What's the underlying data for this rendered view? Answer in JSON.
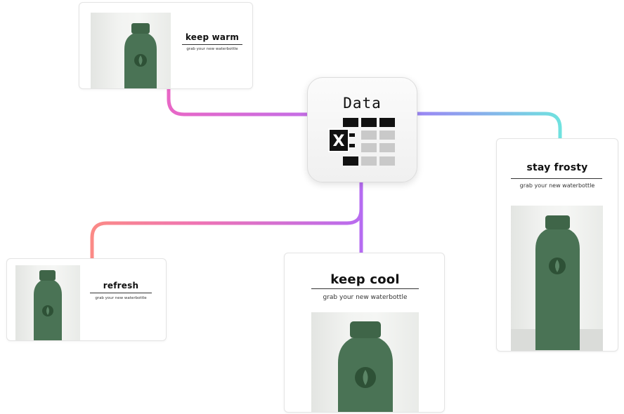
{
  "hub": {
    "title": "Data",
    "icon": "excel-spreadsheet-icon"
  },
  "cards": {
    "keep_warm": {
      "title": "keep warm",
      "subtitle": "grab your new waterbottle"
    },
    "stay_frosty": {
      "title": "stay frosty",
      "subtitle": "grab your new waterbottle"
    },
    "refresh": {
      "title": "refresh",
      "subtitle": "grab your new waterbottle"
    },
    "keep_cool": {
      "title": "keep cool",
      "subtitle": "grab your new waterbottle"
    }
  },
  "colors": {
    "line_pink": "#e066c8",
    "line_purple": "#b96bf0",
    "line_coral": "#f97d8a",
    "line_teal": "#6fe3df",
    "bottle_green": "#4a7355"
  }
}
